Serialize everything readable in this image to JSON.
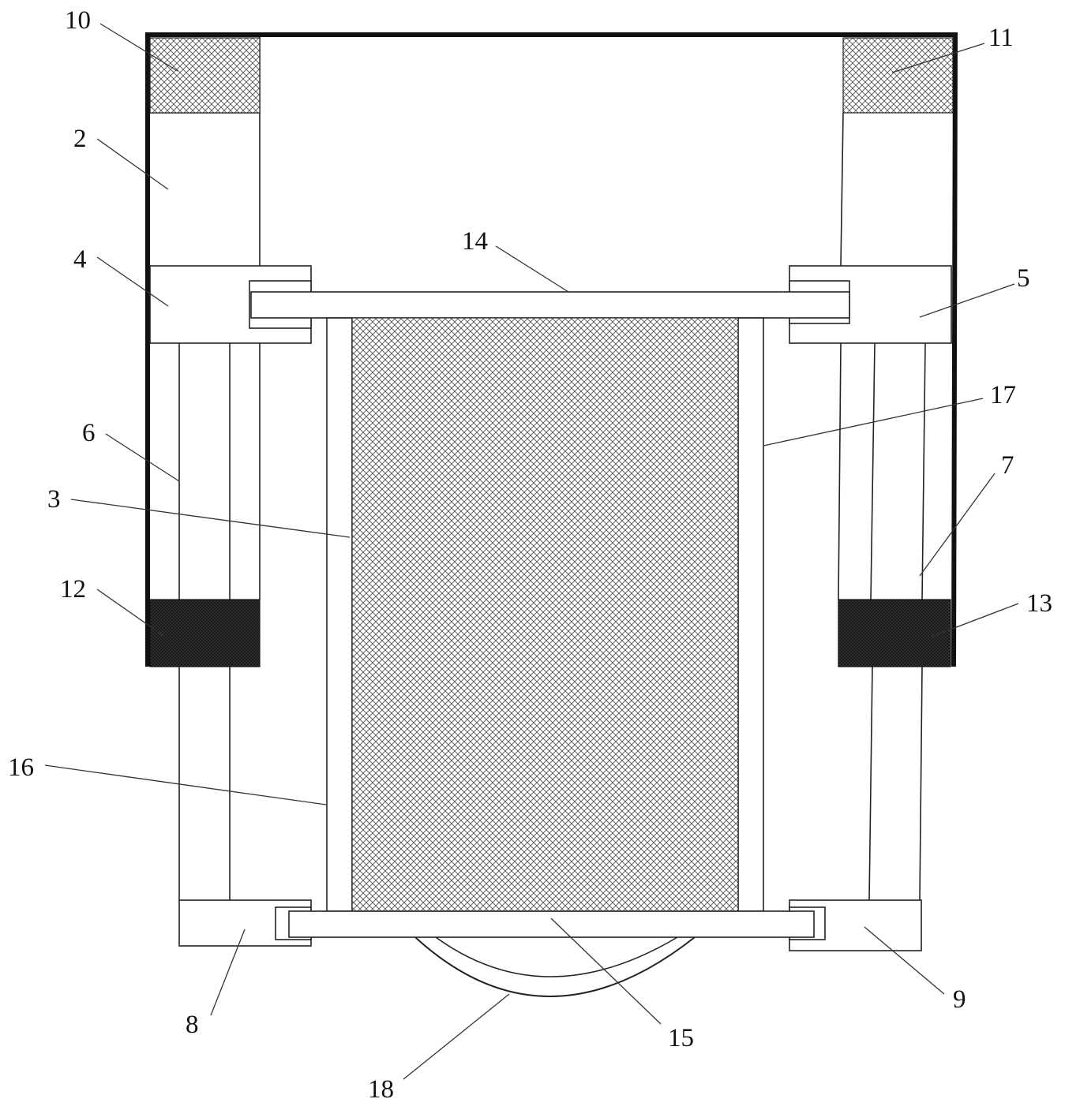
{
  "diagram": {
    "labels": {
      "l2": "2",
      "l3": "3",
      "l4": "4",
      "l5": "5",
      "l6": "6",
      "l7": "7",
      "l8": "8",
      "l9": "9",
      "l10": "10",
      "l11": "11",
      "l12": "12",
      "l13": "13",
      "l14": "14",
      "l15": "15",
      "l16": "16",
      "l17": "17",
      "l18": "18"
    }
  }
}
